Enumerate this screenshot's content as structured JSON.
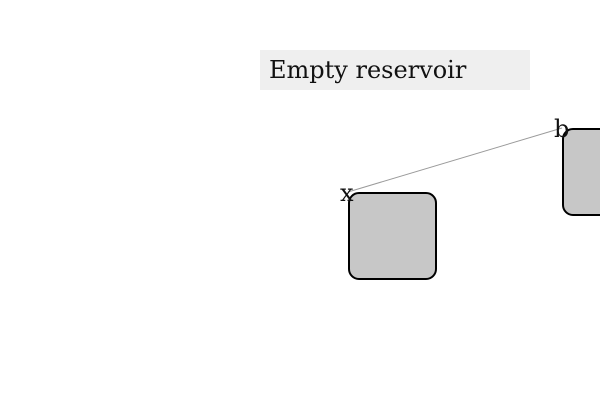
{
  "title": "Empty reservoir",
  "nodes": {
    "x": {
      "label": "x"
    },
    "b": {
      "label": "b"
    }
  },
  "colors": {
    "background": "#ffffff",
    "banner": "#efefef",
    "box_fill": "#c7c7c7",
    "box_stroke": "#000000",
    "connector": "#9a9a9a",
    "text": "#111111"
  }
}
